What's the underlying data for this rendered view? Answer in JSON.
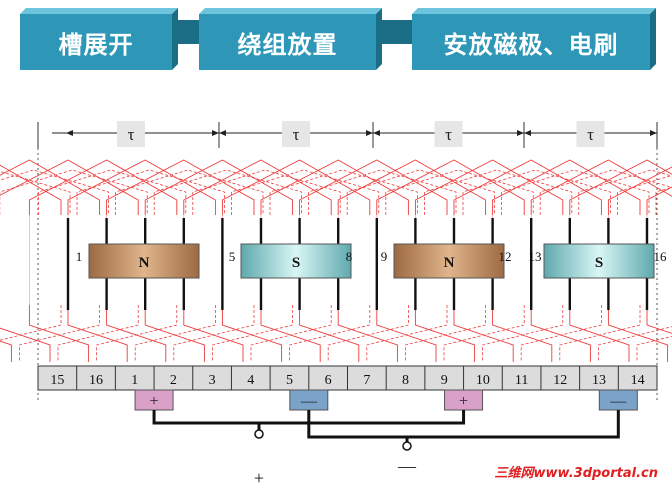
{
  "steps": [
    "槽展开",
    "绕组放置",
    "安放磁极、电刷"
  ],
  "pole_pitch_symbol": "τ",
  "poles": [
    {
      "label": "N",
      "type": "north"
    },
    {
      "label": "S",
      "type": "south"
    },
    {
      "label": "N",
      "type": "north"
    },
    {
      "label": "S",
      "type": "south"
    }
  ],
  "coil_numbers": [
    {
      "label": "1",
      "slot": 1
    },
    {
      "label": "5",
      "slot": 5
    },
    {
      "label": "8",
      "slot": 8
    },
    {
      "label": "9",
      "slot": 9
    },
    {
      "label": "12",
      "slot": 12
    },
    {
      "label": "13",
      "slot": 13
    },
    {
      "label": "16",
      "slot": 16
    }
  ],
  "commutator_segments": [
    "15",
    "16",
    "1",
    "2",
    "3",
    "4",
    "5",
    "6",
    "7",
    "8",
    "9",
    "10",
    "11",
    "12",
    "13",
    "14"
  ],
  "brushes": [
    {
      "sign": "+",
      "color": "#d9a0c8",
      "at_segment": 1
    },
    {
      "sign": "—",
      "color": "#7ba3c9",
      "at_segment": 5
    },
    {
      "sign": "+",
      "color": "#d9a0c8",
      "at_segment": 9
    },
    {
      "sign": "—",
      "color": "#7ba3c9",
      "at_segment": 13
    }
  ],
  "terminals": [
    {
      "sign": "+",
      "polarity": "positive"
    },
    {
      "sign": "—",
      "polarity": "negative"
    }
  ],
  "watermark": "三维网www.3dportal.cn",
  "colors": {
    "step_fill": "#2e97b8",
    "step_dark": "#1b6d86",
    "north_pole": "#c08a5c",
    "south_pole": "#8ed4d6",
    "winding_red": "#ee3b3b",
    "commutator_fill": "#dcdcdc"
  }
}
